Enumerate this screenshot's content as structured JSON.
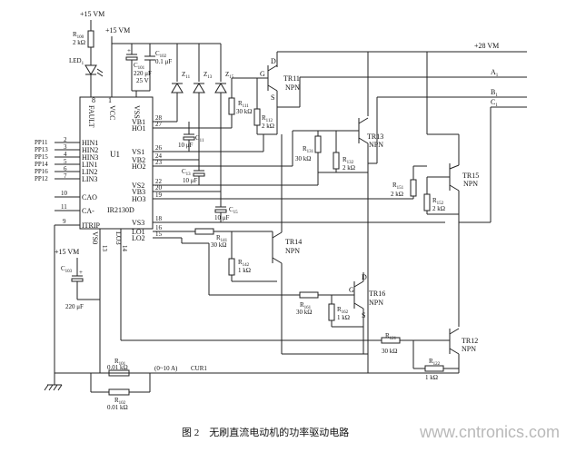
{
  "supply": {
    "v15_top": "+15 VM",
    "v15_left": "+15 VM",
    "v15_bottom": "+15 VM",
    "v28": "+28 VM"
  },
  "outputs": {
    "a": "A",
    "a_sub": "1",
    "b": "B",
    "b_sub": "1",
    "c": "C",
    "c_sub": "1"
  },
  "ic": {
    "name": "U1",
    "part": "IR2130D",
    "fault": "FAULT",
    "vcc": "VCC",
    "vss": "VSS",
    "left_pins": [
      {
        "label": "HIN1",
        "num": "2",
        "net": "PP11"
      },
      {
        "label": "HIN2",
        "num": "3",
        "net": "PP13"
      },
      {
        "label": "HIN3",
        "num": "4",
        "net": "PP15"
      },
      {
        "label": "LIN1",
        "num": "5",
        "net": "PP14"
      },
      {
        "label": "LIN2",
        "num": "6",
        "net": "PP16"
      },
      {
        "label": "LIN3",
        "num": "7",
        "net": "PP12"
      }
    ],
    "cao": {
      "label": "CAO",
      "num": "10"
    },
    "ca": {
      "label": "CA-",
      "num": "11"
    },
    "itrip": {
      "label": "ITRIP",
      "num": "9"
    },
    "top_nums": {
      "fault": "8",
      "vcc": "1"
    },
    "right_pins": [
      {
        "label": "VB1",
        "num": "28"
      },
      {
        "label": "HO1",
        "num": "27"
      },
      {
        "label": "VS1",
        "num": "26"
      },
      {
        "label": "VB2",
        "num": "24"
      },
      {
        "label": "HO2",
        "num": "23"
      },
      {
        "label": "VS2",
        "num": "22"
      },
      {
        "label": "VB3",
        "num": "20"
      },
      {
        "label": "HO3",
        "num": "19"
      },
      {
        "label": "VS3",
        "num": "18"
      },
      {
        "label": "LO1",
        "num": "16"
      },
      {
        "label": "LO2",
        "num": "15"
      }
    ],
    "bottom": {
      "vs0": "VS0",
      "lo3": "LO3",
      "n13": "13",
      "n14": "14"
    }
  },
  "components": {
    "r100": {
      "name": "R",
      "sub": "100",
      "value": "2 kΩ"
    },
    "led": {
      "name": "LED",
      "sub": "1"
    },
    "c101": {
      "name": "C",
      "sub": "101",
      "value1": "220 μF",
      "value2": "25 V"
    },
    "c102": {
      "name": "C",
      "sub": "102",
      "value": "0.1 μF"
    },
    "z11": {
      "name": "Z",
      "sub": "11"
    },
    "z13": {
      "name": "Z",
      "sub": "13"
    },
    "z15": {
      "name": "Z",
      "sub": "15"
    },
    "c11": {
      "name": "C",
      "sub": "11",
      "value": "10 μF"
    },
    "c13": {
      "name": "C",
      "sub": "13",
      "value": "10 μF"
    },
    "c15": {
      "name": "C",
      "sub": "15",
      "value": "10 μF"
    },
    "c103": {
      "name": "C",
      "sub": "103",
      "value": "220 μF"
    },
    "r111": {
      "name": "R",
      "sub": "111",
      "value": "30 kΩ"
    },
    "r112": {
      "name": "R",
      "sub": "112",
      "value": "2 kΩ"
    },
    "r131": {
      "name": "R",
      "sub": "131",
      "value": "30 kΩ"
    },
    "r132": {
      "name": "R",
      "sub": "132",
      "value": "2 kΩ"
    },
    "r151": {
      "name": "R",
      "sub": "151",
      "value": "2 kΩ"
    },
    "r152": {
      "name": "R",
      "sub": "152",
      "value": "2 kΩ"
    },
    "r141": {
      "name": "R",
      "sub": "141",
      "value": "30 kΩ"
    },
    "r142": {
      "name": "R",
      "sub": "142",
      "value": "1 kΩ"
    },
    "r161": {
      "name": "R",
      "sub": "161",
      "value": "30 kΩ"
    },
    "r162": {
      "name": "R",
      "sub": "162",
      "value": "1 kΩ"
    },
    "r121": {
      "name": "R",
      "sub": "121",
      "value": "30 kΩ"
    },
    "r122": {
      "name": "R",
      "sub": "122",
      "value": "1 kΩ"
    },
    "r101": {
      "name": "R",
      "sub": "101",
      "value": "0.01 kΩ"
    },
    "r102": {
      "name": "R",
      "sub": "102",
      "value": "0.01 kΩ"
    },
    "cur": {
      "range": "(0~10 A)",
      "label": "CUR1"
    }
  },
  "transistors": {
    "tr11": {
      "name": "TR11",
      "type": "NPN",
      "g": "G",
      "d": "D",
      "s": "S"
    },
    "tr13": {
      "name": "TR13",
      "type": "NPN"
    },
    "tr15": {
      "name": "TR15",
      "type": "NPN"
    },
    "tr14": {
      "name": "TR14",
      "type": "NPN"
    },
    "tr16": {
      "name": "TR16",
      "type": "NPN",
      "g": "G",
      "d": "D",
      "s": "S"
    },
    "tr12": {
      "name": "TR12",
      "type": "NPN"
    }
  },
  "caption": "图 2　无刷直流电动机的功率驱动电路",
  "watermark": "www.cntronics.com"
}
